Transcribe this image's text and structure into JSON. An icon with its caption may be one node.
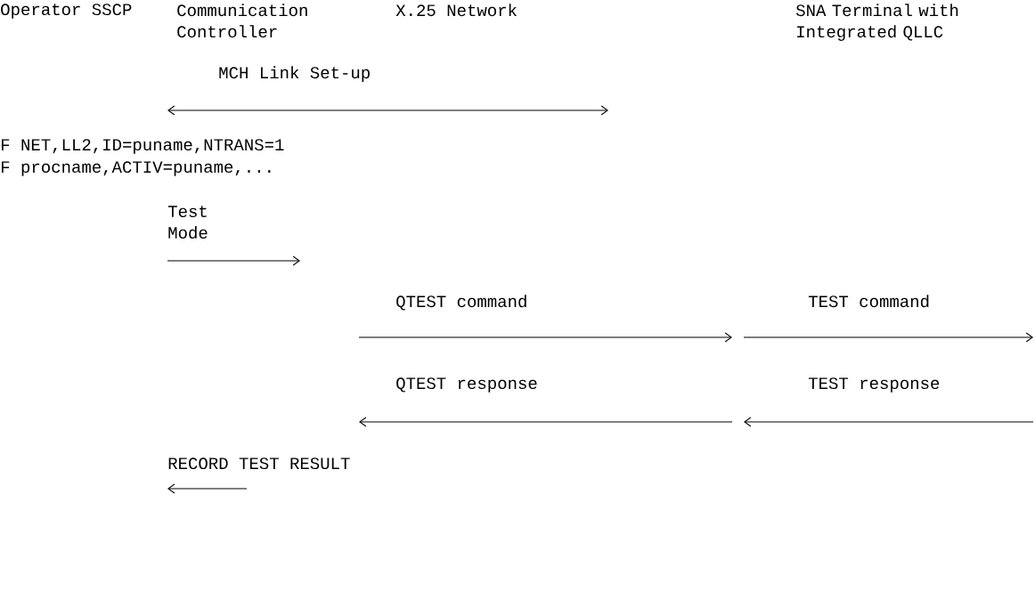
{
  "diagram": {
    "labels": [
      "Operator SSCP",
      "Communication Controller",
      "X.25 Network",
      "SNA Terminal with Integrated QLLC",
      "MCH Link Set-up",
      "F NET,LL2,ID=puname,NTRANS=1",
      "F procname,ACTIV=puname,...",
      "Test Mode",
      "QTEST command",
      "TEST command",
      "QTEST response",
      "TEST response",
      "RECORD TEST RESULT"
    ]
  }
}
